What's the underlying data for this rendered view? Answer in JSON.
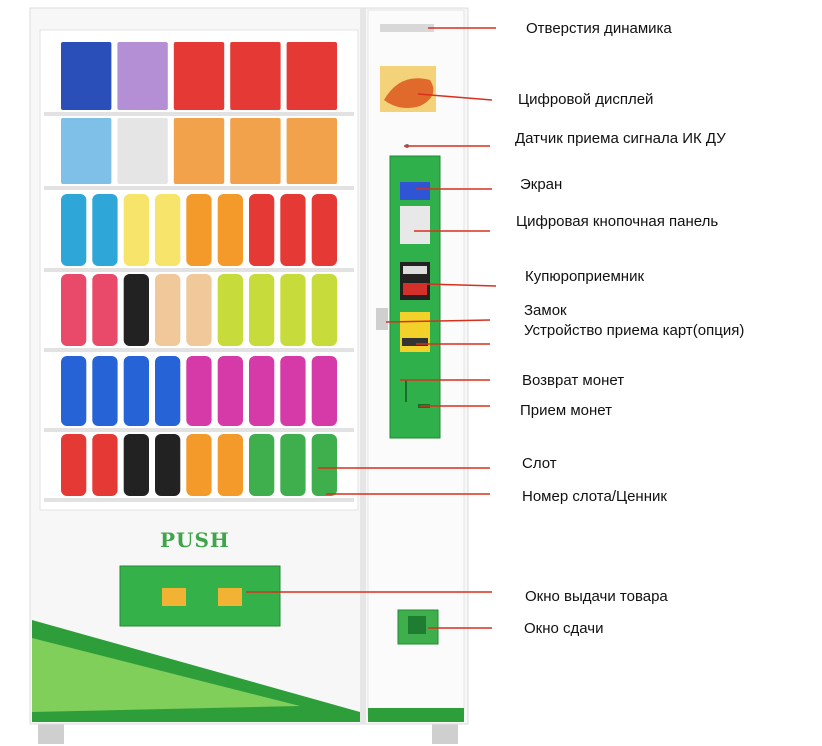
{
  "colors": {
    "leader_line": "#d8301d",
    "panel_green": "#2fb04a",
    "push_text": "#3fa54a"
  },
  "push_text": "PUSH",
  "callouts": [
    {
      "id": "speaker",
      "text": "Отверстия динамика"
    },
    {
      "id": "digital-display",
      "text": "Цифровой дисплей"
    },
    {
      "id": "ir-sensor",
      "text": "Датчик приема сигнала ИК  ДУ"
    },
    {
      "id": "screen",
      "text": "Экран"
    },
    {
      "id": "keypad",
      "text": "Цифровая кнопочная панель"
    },
    {
      "id": "bill-acceptor",
      "text": "Купюроприемник"
    },
    {
      "id": "lock",
      "text": "Замок"
    },
    {
      "id": "card-reader",
      "text": "Устройство приема карт(опция)"
    },
    {
      "id": "coin-return",
      "text": "Возврат монет"
    },
    {
      "id": "coin-acceptor",
      "text": "Прием монет"
    },
    {
      "id": "slot",
      "text": "Слот"
    },
    {
      "id": "slot-number",
      "text": "Номер слота/Ценник"
    },
    {
      "id": "delivery-window",
      "text": "Окно выдачи товара"
    },
    {
      "id": "change-window",
      "text": "Окно сдачи"
    }
  ]
}
